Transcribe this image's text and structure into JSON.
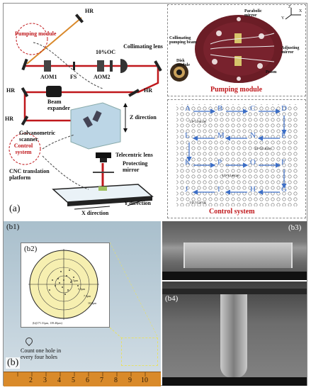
{
  "panel_a": {
    "tag": "(a)",
    "labels": {
      "hr": "HR",
      "pumping_module": "Pumping module",
      "aom1": "AOM1",
      "fs": "FS",
      "aom2": "AOM2",
      "oc": "10%OC",
      "collimating_lens": "Collimating lens",
      "beam_expander": "Beam expander",
      "z_direction": "Z direction",
      "galvanometric_scanner": "Galvanometric scanner",
      "control_system": "Control system",
      "telecentric_lens": "Telecentric lens",
      "protecting_mirror": "Protecting mirror",
      "cnc_platform": "CNC translation platform",
      "x_direction": "X direction",
      "y_direction": "Y direction"
    }
  },
  "pumping_inset": {
    "title": "Pumping module",
    "labels": {
      "parabolic_mirror": "Parabolic mirror",
      "collimating_pumping_beam": "Collimating pumping beam",
      "disk_module": "Disk module",
      "prism": "Prism",
      "adjusting_mirror": "Adjusting mirror",
      "axis_x": "X",
      "axis_y": "Y",
      "axis_z": "Z"
    }
  },
  "control_inset": {
    "title": "Control system",
    "nodes_row1": [
      "A",
      "B",
      "C",
      "D"
    ],
    "nodes_row2": [
      "L",
      "M",
      "N",
      "E"
    ],
    "nodes_row3": [
      "K",
      "P",
      "O",
      "F"
    ],
    "nodes_row4": [
      "J",
      "I",
      "H",
      "G"
    ],
    "array_label": "14×14 array"
  },
  "panel_b": {
    "tag": "(b)",
    "b1": "(b1)",
    "b2": "(b2)",
    "b3": "(b3)",
    "b4": "(b4)",
    "count_note": "Count one hole in every four holes",
    "circle_note": "(b)(171.31μm, 139.40μm)",
    "ruler_numbers": [
      "2",
      "3",
      "4",
      "5",
      "6",
      "7",
      "8",
      "9",
      "10"
    ],
    "ring_labels": [
      "2.5μm",
      "5.0μm",
      "7.5μm",
      "10.0μm"
    ]
  },
  "colors": {
    "beam_red": "#c0181c",
    "beam_orange": "#d9892b",
    "disk_maroon": "#6b1d26",
    "grid_blue": "#3d6fc7",
    "plate_blue": "#b9ccd8",
    "ruler_orange": "#d98a2a"
  }
}
